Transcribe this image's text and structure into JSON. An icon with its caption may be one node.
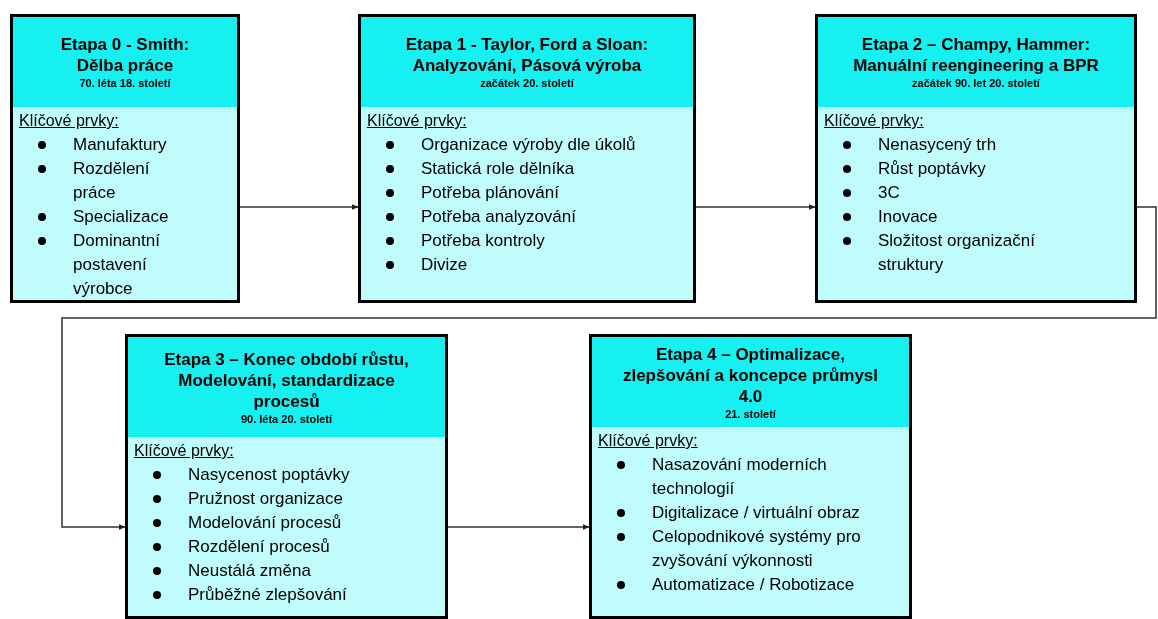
{
  "diagram": {
    "nodes": [
      {
        "text": [
          "Etapa 0 - Smith: Dělba práce",
          "70. léta 18. století"
        ]
      },
      {
        "text": [
          "Klíčové prvky:",
          "Manufaktury",
          "Rozdělení práce",
          "Specializace",
          "Dominantní postavení výrobce"
        ]
      },
      {
        "text": [
          "Etapa 1 - Taylor, Ford a Sloan: Analyzování, Pásová výroba",
          "začátek 20. století"
        ]
      },
      {
        "text": [
          "Klíčové prvky:",
          "Organizace výroby dle úkolů",
          "Statická role dělníka",
          "Potřeba plánování",
          "Potřeba analyzování",
          "Potřeba kontroly",
          "Divize"
        ]
      },
      {
        "text": [
          "Etapa 2 – Champy, Hammer: Manuální reengineering a BPR",
          "začátek 90. let 20. století"
        ]
      },
      {
        "text": [
          "Klíčové prvky:",
          "Nenasycený trh",
          "Růst poptávky",
          "3C",
          "Inovace",
          "Složitost organizační struktury"
        ]
      },
      {
        "text": [
          "Etapa 3 – Konec období růstu, Modelování, standardizace procesů",
          "90. léta 20. století"
        ]
      },
      {
        "text": [
          "Klíčové prvky:",
          "Nasycenost poptávky",
          "Pružnost organizace",
          "Modelování procesů",
          "Rozdělení procesů",
          "Neustálá změna",
          "Průběžné zlepšování"
        ]
      },
      {
        "text": [
          "Etapa 4 – Optimalizace, zlepšování a koncepce průmysl 4.0",
          "21. století"
        ]
      },
      {
        "text": [
          "Klíčové prvky:",
          "Nasazování moderních technologií",
          "Digitalizace / virtuální obraz",
          "Celopodnikové systémy pro zvyšování výkonnosti",
          "Automatizace / Robotizace"
        ]
      }
    ],
    "edges": [
      {
        "from": 1,
        "to": 3,
        "arrow": "to"
      },
      {
        "from": 3,
        "to": 5,
        "arrow": "to"
      },
      {
        "from": 5,
        "to": 7,
        "arrow": "to"
      },
      {
        "from": 7,
        "to": 9,
        "arrow": "to"
      }
    ]
  }
}
